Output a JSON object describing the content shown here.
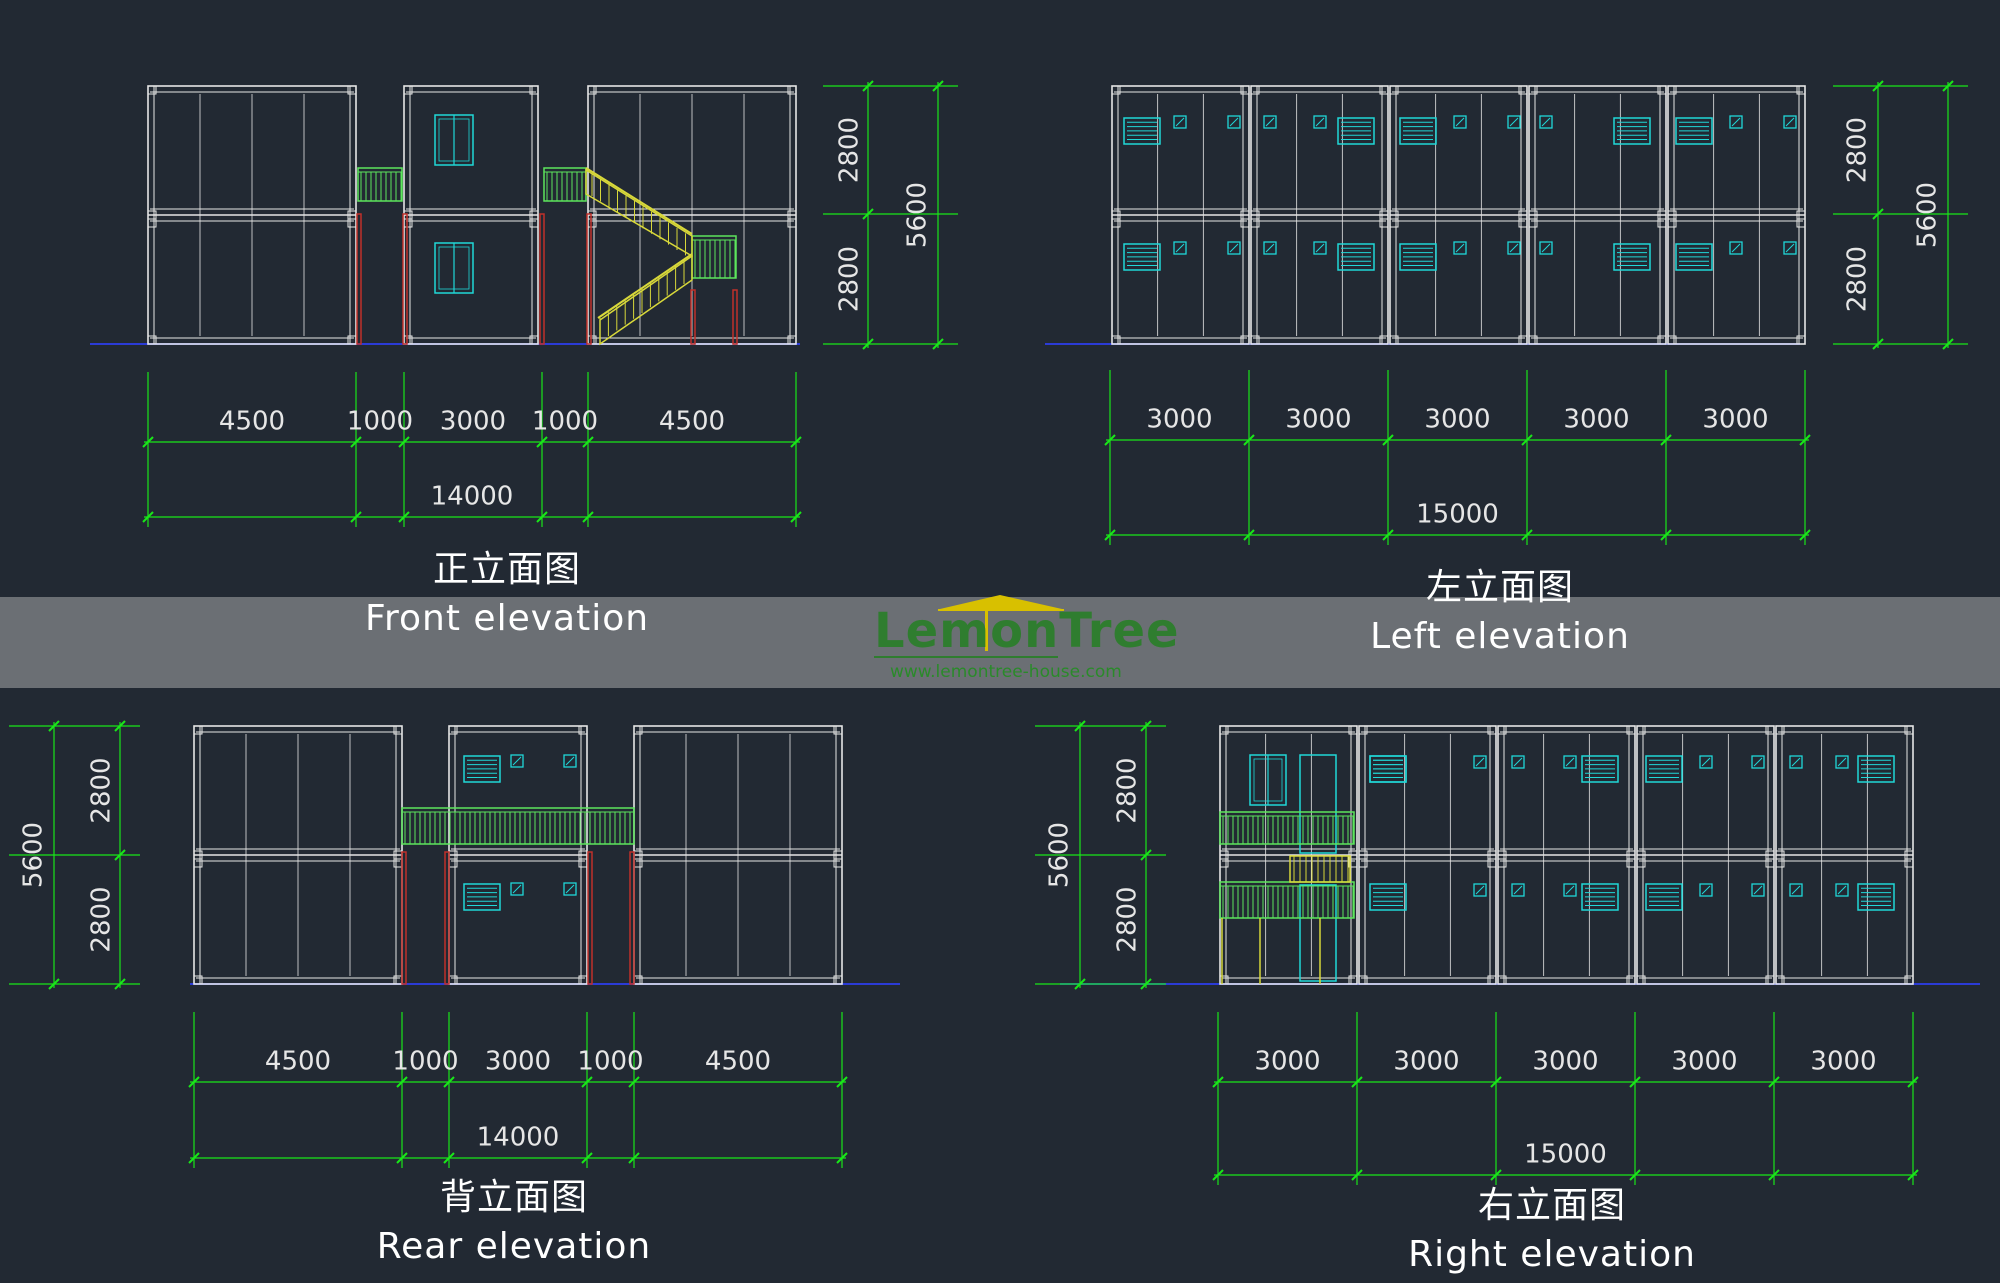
{
  "colors": {
    "background": "#222933",
    "outline": "#e6e6e6",
    "dimension": "#19e619",
    "stair": "#d8d83a",
    "railing": "#5ce65c",
    "post": "#c0302a",
    "vent": "#20d8d8",
    "ground": "#2b3bd6",
    "band": "#6b6f74",
    "logo_green": "#2f7d2f",
    "logo_roof": "#d8c000"
  },
  "logo": {
    "text": "LemonTree",
    "url": "www.lemontree-house.com"
  },
  "elevations": [
    {
      "id": "front",
      "title_zh": "正立面图",
      "title_en": "Front elevation",
      "segment_dims": [
        "4500",
        "1000",
        "3000",
        "1000",
        "4500"
      ],
      "total_dim": "14000",
      "height_dims": [
        "2800",
        "2800"
      ],
      "total_height": "5600"
    },
    {
      "id": "left",
      "title_zh": "左立面图",
      "title_en": "Left elevation",
      "segment_dims": [
        "3000",
        "3000",
        "3000",
        "3000",
        "3000"
      ],
      "total_dim": "15000",
      "height_dims": [
        "2800",
        "2800"
      ],
      "total_height": "5600"
    },
    {
      "id": "rear",
      "title_zh": "背立面图",
      "title_en": "Rear elevation",
      "segment_dims": [
        "4500",
        "1000",
        "3000",
        "1000",
        "4500"
      ],
      "total_dim": "14000",
      "height_dims": [
        "2800",
        "2800"
      ],
      "total_height": "5600"
    },
    {
      "id": "right",
      "title_zh": "右立面图",
      "title_en": "Right elevation",
      "segment_dims": [
        "3000",
        "3000",
        "3000",
        "3000",
        "3000"
      ],
      "total_dim": "15000",
      "height_dims": [
        "2800",
        "2800"
      ],
      "total_height": "5600"
    }
  ]
}
